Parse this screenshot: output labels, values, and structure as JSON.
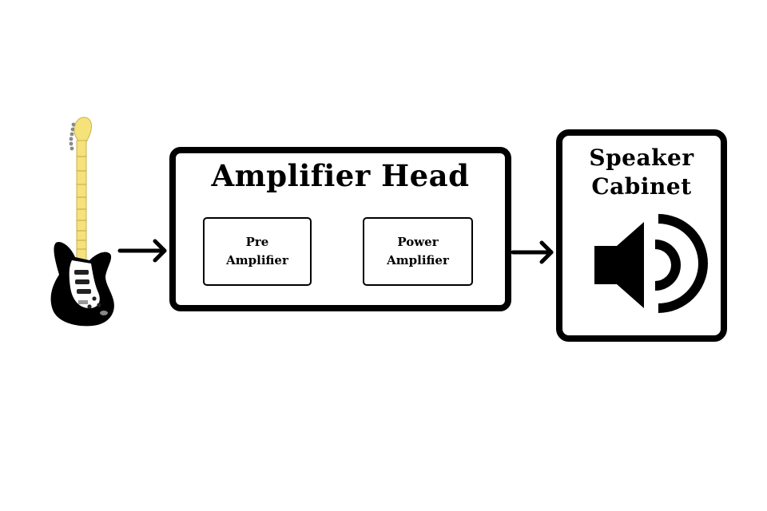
{
  "amplifier_head": {
    "title": "Amplifier Head"
  },
  "pre_amplifier": {
    "line1": "Pre",
    "line2": "Amplifier"
  },
  "power_amplifier": {
    "line1": "Power",
    "line2": "Amplifier"
  },
  "speaker_cabinet": {
    "line1": "Speaker",
    "line2": "Cabinet"
  },
  "icons": {
    "input": "electric-guitar-icon",
    "output": "speaker-icon",
    "flow": "arrow-right-icon"
  },
  "colors": {
    "stroke": "#000000",
    "background": "#ffffff",
    "guitar_neck": "#f5e27a",
    "guitar_body": "#000000"
  }
}
